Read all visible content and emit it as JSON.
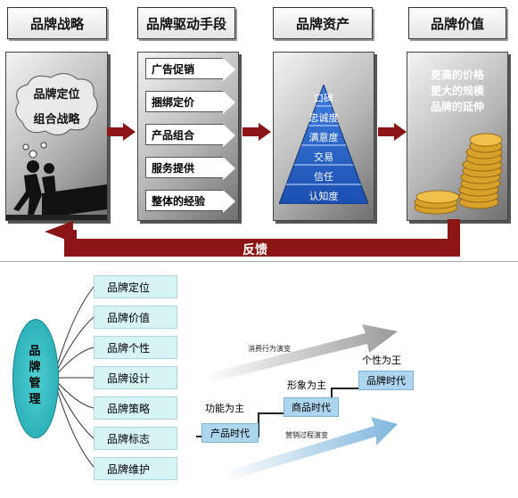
{
  "top": {
    "headers": [
      "品牌战略",
      "品牌驱动手段",
      "品牌资产",
      "品牌价值"
    ],
    "strategy": {
      "line1": "品牌定位",
      "line2": "组合战略"
    },
    "drivers": [
      "广告促销",
      "捆绑定价",
      "产品组合",
      "服务提供",
      "整体的经验"
    ],
    "pyramid": [
      "口碑",
      "忠诚度",
      "满意度",
      "交易",
      "信任",
      "认知度"
    ],
    "value": [
      "更高的价格",
      "更大的规模",
      "品牌的延伸"
    ],
    "feedback": "反馈",
    "colors": {
      "accent_red": "#8b1414",
      "pyramid_blue": "#2a62c9"
    }
  },
  "bottom": {
    "center": "品牌管理",
    "branches": [
      "品牌定位",
      "品牌价值",
      "品牌个性",
      "品牌设计",
      "品牌策略",
      "品牌标志",
      "品牌维护"
    ],
    "arrow_top": "消费行为演变",
    "arrow_bottom": "营销过程演变",
    "eras": [
      {
        "top": "功能为主",
        "box": "产品时代"
      },
      {
        "top": "形象为主",
        "box": "商品时代"
      },
      {
        "top": "个性为王",
        "box": "品牌时代"
      }
    ]
  }
}
